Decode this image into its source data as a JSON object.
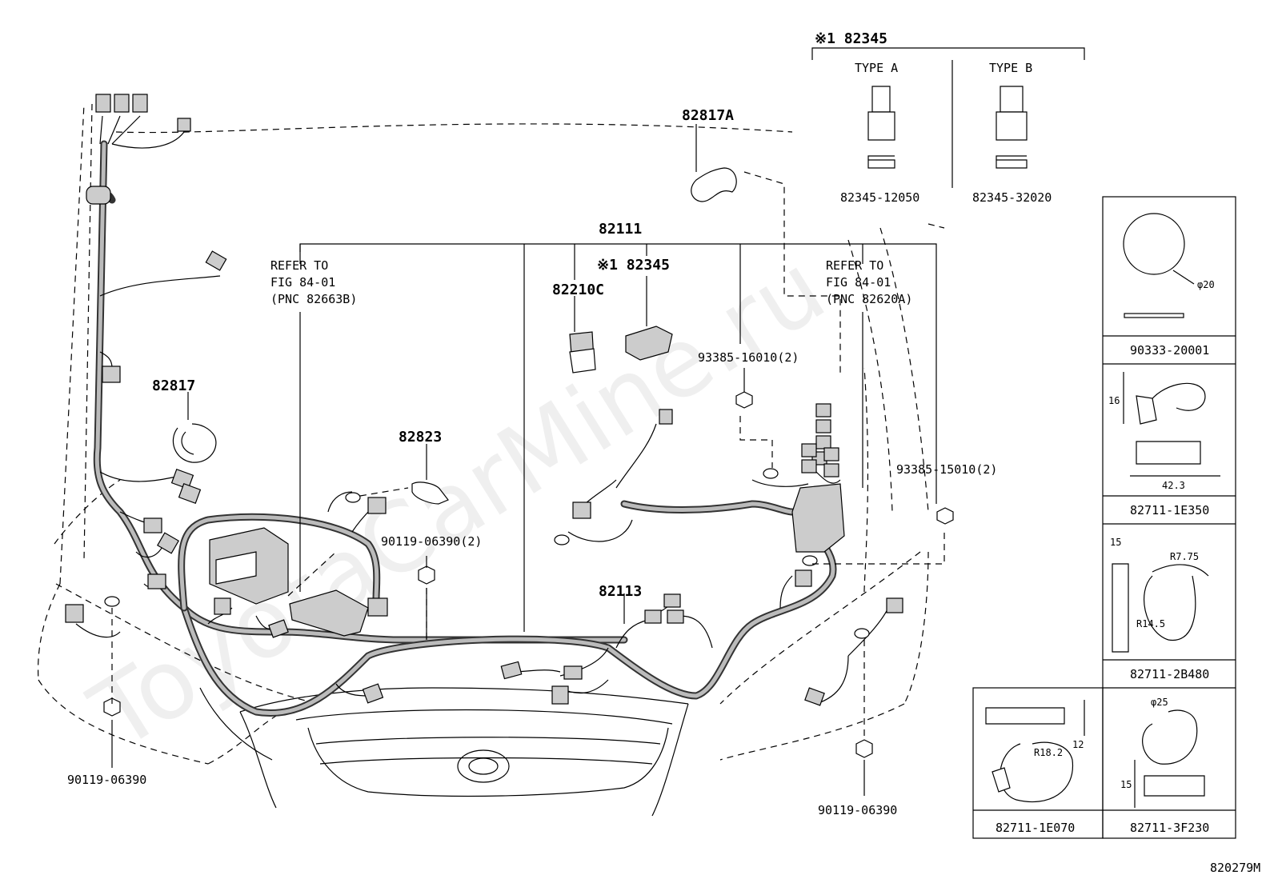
{
  "watermark": "ToyotaCarMine.ru",
  "diagram_id": "820279M",
  "callouts": {
    "p82345_top": "※1 82345",
    "type_a": "TYPE  A",
    "type_b": "TYPE  B",
    "p82345_12050": "82345-12050",
    "p82345_32020": "82345-32020",
    "p82817A": "82817A",
    "p82111": "82111",
    "p82345_mid": "※1 82345",
    "p82210C": "82210C",
    "refer_left_1": "REFER TO",
    "refer_left_2": "FIG 84-01",
    "refer_left_3": "(PNC 82663B)",
    "refer_right_1": "REFER TO",
    "refer_right_2": "FIG 84-01",
    "refer_right_3": "(PNC 82620A)",
    "p93385_16010": "93385-16010(2)",
    "p93385_15010": "93385-15010(2)",
    "p82817": "82817",
    "p82823": "82823",
    "p90119_06390_2": "90119-06390(2)",
    "p82113": "82113",
    "p90119_06390_left": "90119-06390",
    "p90119_06390_right": "90119-06390"
  },
  "side_panel": {
    "box1": {
      "part": "90333-20001",
      "dim": "φ20"
    },
    "box2": {
      "part": "82711-1E350",
      "dim_a": "16",
      "dim_b": "42.3"
    },
    "box3": {
      "part": "82711-2B480",
      "dim_a": "15",
      "dim_b": "R7.75",
      "dim_c": "R14.5"
    },
    "box4": {
      "part": "82711-1E070",
      "dim_a": "12",
      "dim_b": "R18.2"
    },
    "box5": {
      "part": "82711-3F230",
      "dim_a": "φ25",
      "dim_b": "15"
    }
  }
}
